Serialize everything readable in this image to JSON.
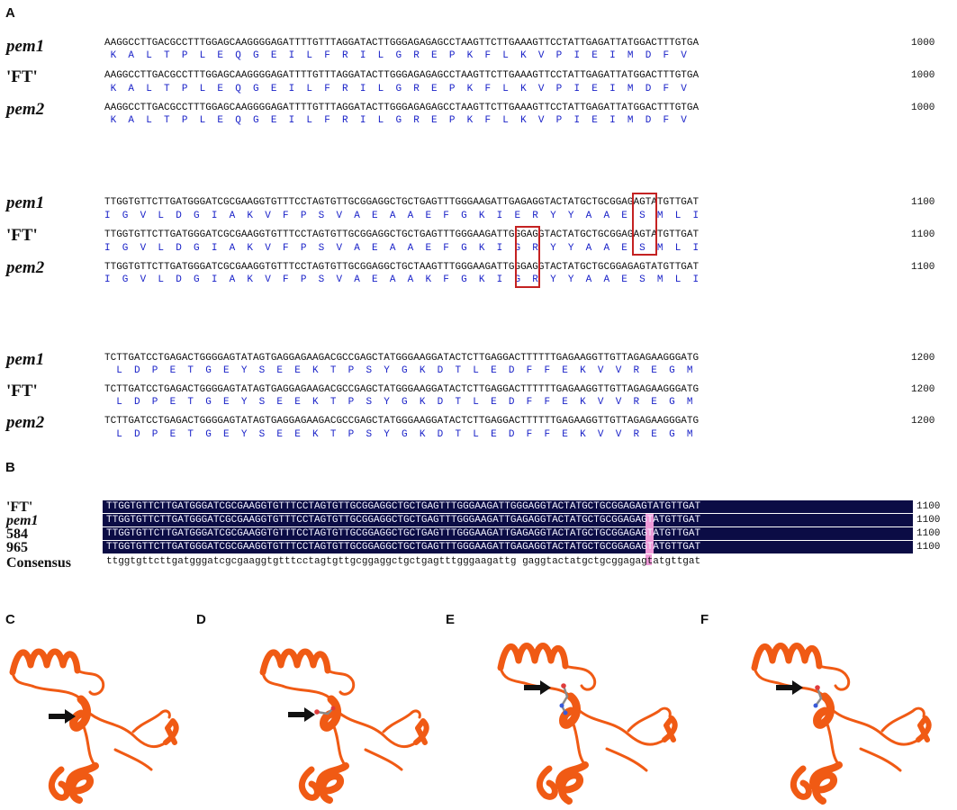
{
  "panel_a": {
    "letter": "A",
    "blocks": [
      {
        "rows": [
          {
            "label": "pem1",
            "italic": true,
            "dna": "AAGGCCTTGACGCCTTTGGAGCAAGGGGAGATTTTGTTTAGGATACTTGGGAGAGAGCCTAAGTTCTTGAAAGTTCCTATTGAGATTATGGACTTTGTGA",
            "protein": " K  A  L  T  P  L  E  Q  G  E  I  L  F  R  I  L  G  R  E  P  K  F  L  K  V  P  I  E  I  M  D  F  V",
            "number": "1000"
          },
          {
            "label": "'FT'",
            "italic": false,
            "dna": "AAGGCCTTGACGCCTTTGGAGCAAGGGGAGATTTTGTTTAGGATACTTGGGAGAGAGCCTAAGTTCTTGAAAGTTCCTATTGAGATTATGGACTTTGTGA",
            "protein": " K  A  L  T  P  L  E  Q  G  E  I  L  F  R  I  L  G  R  E  P  K  F  L  K  V  P  I  E  I  M  D  F  V",
            "number": "1000"
          },
          {
            "label": "pem2",
            "italic": true,
            "dna": "AAGGCCTTGACGCCTTTGGAGCAAGGGGAGATTTTGTTTAGGATACTTGGGAGAGAGCCTAAGTTCTTGAAAGTTCCTATTGAGATTATGGACTTTGTGA",
            "protein": " K  A  L  T  P  L  E  Q  G  E  I  L  F  R  I  L  G  R  E  P  K  F  L  K  V  P  I  E  I  M  D  F  V",
            "number": "1000"
          }
        ]
      },
      {
        "rows": [
          {
            "label": "pem1",
            "italic": true,
            "dna": "TTGGTGTTCTTGATGGGATCGCGAAGGTGTTTCCTAGTGTTGCGGAGGCTGCTGAGTTTGGGAAGATTGAGAGGTACTATGCTGCGGAGAGTATGTTGAT",
            "protein": "I  G  V  L  D  G  I  A  K  V  F  P  S  V  A  E  A  A  E  F  G  K  I  E  R  Y  Y  A  A  E  S  M  L  I",
            "number": "1100"
          },
          {
            "label": "'FT'",
            "italic": false,
            "dna": "TTGGTGTTCTTGATGGGATCGCGAAGGTGTTTCCTAGTGTTGCGGAGGCTGCTGAGTTTGGGAAGATTGGGAGGTACTATGCTGCGGAGAGTATGTTGAT",
            "protein": "I  G  V  L  D  G  I  A  K  V  F  P  S  V  A  E  A  A  E  F  G  K  I  G  R  Y  Y  A  A  E  S  M  L  I",
            "number": "1100"
          },
          {
            "label": "pem2",
            "italic": true,
            "dna": "TTGGTGTTCTTGATGGGATCGCGAAGGTGTTTCCTAGTGTTGCGGAGGCTGCTAAGTTTGGGAAGATTGGGAGGTACTATGCTGCGGAGAGTATGTTGAT",
            "protein": "I  G  V  L  D  G  I  A  K  V  F  P  S  V  A  E  A  A  K  F  G  K  I  G  R  Y  Y  A  A  E  S  M  L  I",
            "number": "1100"
          }
        ]
      },
      {
        "rows": [
          {
            "label": "pem1",
            "italic": true,
            "dna": "TCTTGATCCTGAGACTGGGGAGTATAGTGAGGAGAAGACGCCGAGCTATGGGAAGGATACTCTTGAGGACTTTTTTGAGAAGGTTGTTAGAGAAGGGATG",
            "protein": "  L  D  P  E  T  G  E  Y  S  E  E  K  T  P  S  Y  G  K  D  T  L  E  D  F  F  E  K  V  V  R  E  G  M",
            "number": "1200"
          },
          {
            "label": "'FT'",
            "italic": false,
            "dna": "TCTTGATCCTGAGACTGGGGAGTATAGTGAGGAGAAGACGCCGAGCTATGGGAAGGATACTCTTGAGGACTTTTTTGAGAAGGTTGTTAGAGAAGGGATG",
            "protein": "  L  D  P  E  T  G  E  Y  S  E  E  K  T  P  S  Y  G  K  D  T  L  E  D  F  F  E  K  V  V  R  E  G  M",
            "number": "1200"
          },
          {
            "label": "pem2",
            "italic": true,
            "dna": "TCTTGATCCTGAGACTGGGGAGTATAGTGAGGAGAAGACGCCGAGCTATGGGAAGGATACTCTTGAGGACTTTTTTGAGAAGGTTGTTAGAGAAGGGATG",
            "protein": "  L  D  P  E  T  G  E  Y  S  E  E  K  T  P  S  Y  G  K  D  T  L  E  D  F  F  E  K  V  V  R  E  G  M",
            "number": "1200"
          }
        ]
      }
    ]
  },
  "panel_b": {
    "letter": "B",
    "rows": [
      {
        "label": "'FT'",
        "italic": false,
        "seq": "TTGGTGTTCTTGATGGGATCGCGAAGGTGTTTCCTAGTGTTGCGGAGGCTGCTGAGTTTGGGAAGATTGGGAGGTACTATGCTGCGGAGAGTATGTTGAT",
        "number": "1100"
      },
      {
        "label": "pem1",
        "italic": true,
        "seq": "TTGGTGTTCTTGATGGGATCGCGAAGGTGTTTCCTAGTGTTGCGGAGGCTGCTGAGTTTGGGAAGATTGAGAGGTACTATGCTGCGGAGAGTATGTTGAT",
        "number": "1100"
      },
      {
        "label": "584",
        "italic": false,
        "seq": "TTGGTGTTCTTGATGGGATCGCGAAGGTGTTTCCTAGTGTTGCGGAGGCTGCTGAGTTTGGGAAGATTGAGAGGTACTATGCTGCGGAGAGTATGTTGAT",
        "number": "1100"
      },
      {
        "label": "965",
        "italic": false,
        "seq": "TTGGTGTTCTTGATGGGATCGCGAAGGTGTTTCCTAGTGTTGCGGAGGCTGCTGAGTTTGGGAAGATTGAGAGGTACTATGCTGCGGAGAGTATGTTGAT",
        "number": "1100"
      }
    ],
    "consensus_label": "Consensus",
    "consensus": "ttggtgttcttgatgggatcgcgaaggtgtttcctagtgttgcggaggctgctgagtttgggaagattg gaggtactatgctgcggagagtatgttgat"
  },
  "structure_panels": [
    {
      "letter": "C"
    },
    {
      "letter": "D"
    },
    {
      "letter": "E"
    },
    {
      "letter": "F"
    }
  ],
  "colors": {
    "protein_text": "#1a22c8",
    "highlight_box": "#c42222",
    "alignment_bg": "#0b0c45",
    "variant_column": "#ee9ad8",
    "ribbon": "#f05a14"
  }
}
